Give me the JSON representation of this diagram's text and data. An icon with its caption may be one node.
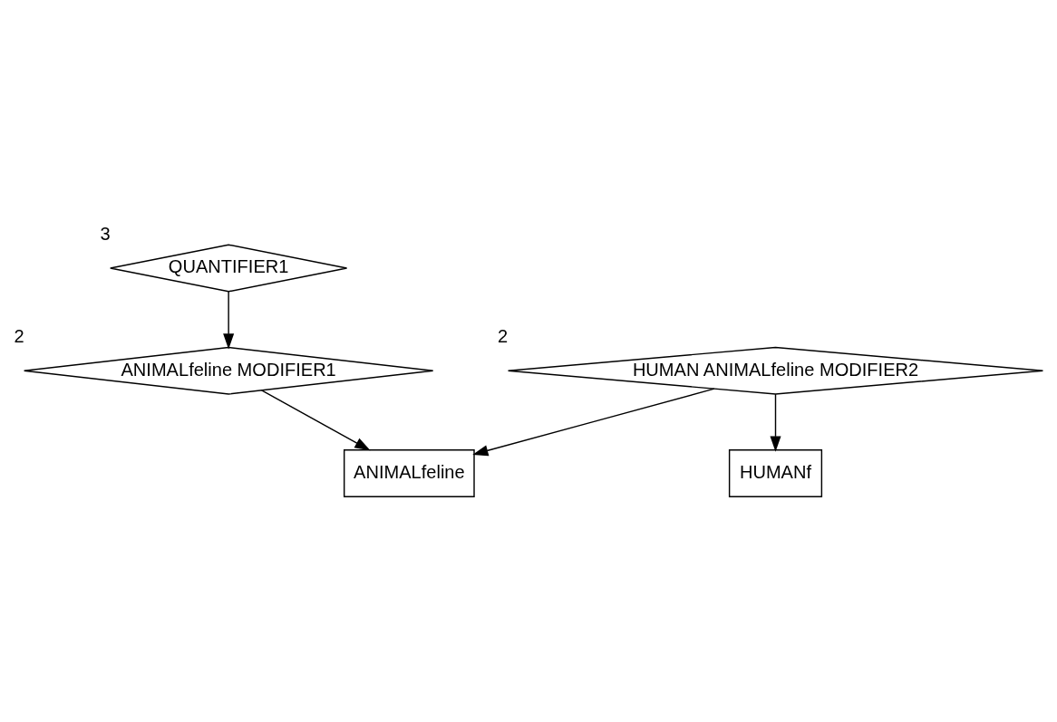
{
  "diagram": {
    "nodes": [
      {
        "text": [
          "QUANTIFIER1"
        ],
        "beside": [
          "3"
        ]
      },
      {
        "text": [
          "ANIMALfeline MODIFIER1"
        ],
        "beside": [
          "2"
        ]
      },
      {
        "text": [
          "HUMAN ANIMALfeline MODIFIER2"
        ],
        "beside": [
          "2"
        ]
      },
      {
        "text": [
          "ANIMALfeline"
        ]
      },
      {
        "text": [
          "HUMANf"
        ]
      }
    ],
    "edges": [
      {
        "from": 0,
        "to": 1,
        "arrow": "to"
      },
      {
        "from": 1,
        "to": 3,
        "arrow": "to"
      },
      {
        "from": 2,
        "to": 3,
        "arrow": "to"
      },
      {
        "from": 2,
        "to": 4,
        "arrow": "to"
      }
    ]
  }
}
